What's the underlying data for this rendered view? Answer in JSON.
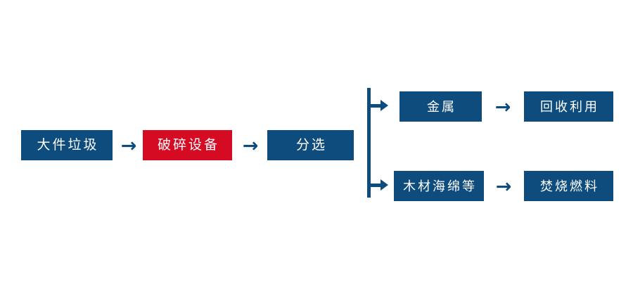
{
  "diagram": {
    "title": "",
    "background_color": "#ffffff",
    "colors": {
      "primary_blue": "#0f4c7e",
      "highlight_red": "#d50b24",
      "node_text": "#ffffff",
      "connector": "#0f4c7e"
    },
    "main_flow": [
      {
        "id": "bulky-waste",
        "label": "大件垃圾",
        "color": "#0f4c7e"
      },
      {
        "id": "crushing-equipment",
        "label": "破碎设备",
        "color": "#d50b24"
      },
      {
        "id": "sorting",
        "label": "分选",
        "color": "#0f4c7e"
      }
    ],
    "branches": [
      {
        "id": "metal-branch",
        "steps": [
          {
            "id": "metal",
            "label": "金属",
            "color": "#0f4c7e"
          },
          {
            "id": "recycling-reuse",
            "label": "回收利用",
            "color": "#0f4c7e"
          }
        ]
      },
      {
        "id": "combustible-branch",
        "steps": [
          {
            "id": "wood-sponge-etc",
            "label": "木材海绵等",
            "color": "#0f4c7e"
          },
          {
            "id": "incineration-fuel",
            "label": "焚烧燃料",
            "color": "#0f4c7e"
          }
        ]
      }
    ],
    "arrows": {
      "glyph": "→",
      "between_bulky_and_crusher": "→",
      "between_crusher_and_sorting": "→",
      "between_metal_and_recycling": "→",
      "between_wood_and_fuel": "→"
    }
  }
}
